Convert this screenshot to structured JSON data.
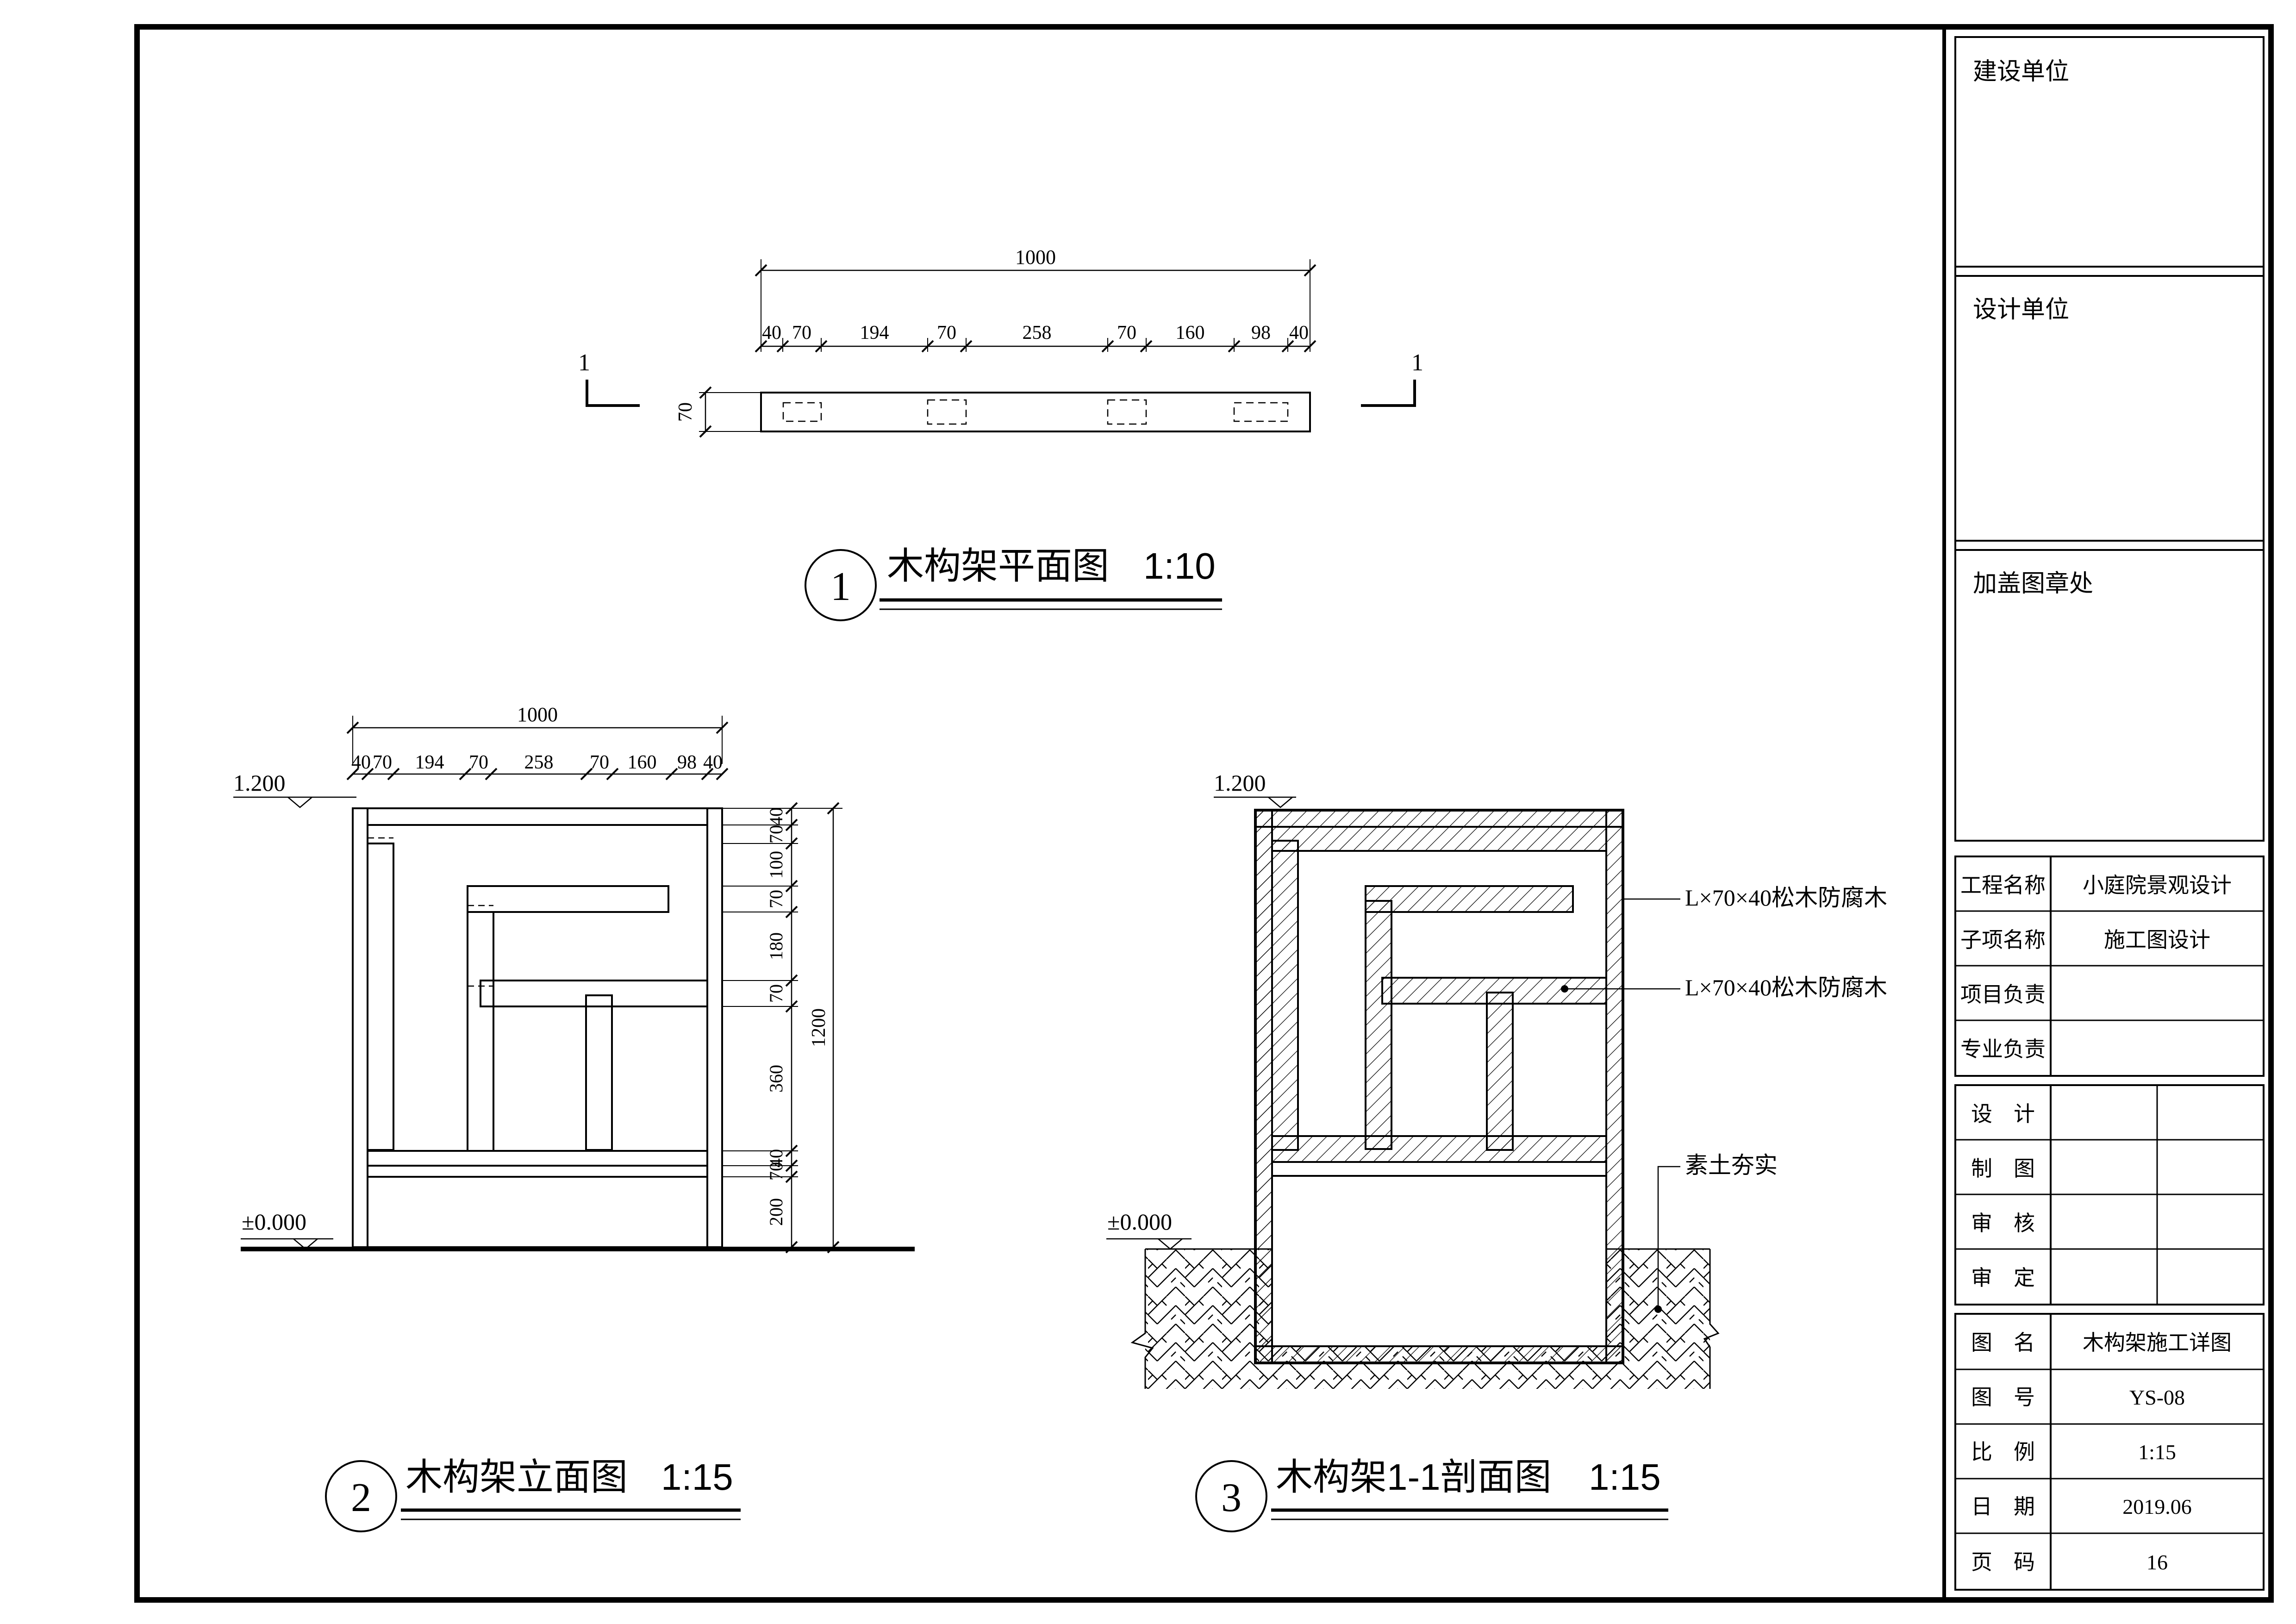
{
  "plan_view": {
    "overall_dim": "1000",
    "segment_dims": [
      "40",
      "70",
      "194",
      "70",
      "258",
      "70",
      "160",
      "98",
      "40"
    ],
    "thickness_dim": "70",
    "section_mark_left": "1",
    "section_mark_right": "1",
    "caption_number": "1",
    "caption_text": "木构架平面图",
    "caption_scale": "1:10"
  },
  "elevation_view": {
    "overall_dim": "1000",
    "segment_dims": [
      "40",
      "70",
      "194",
      "70",
      "258",
      "70",
      "160",
      "98",
      "40"
    ],
    "top_level": "1.200",
    "ground_level": "±0.000",
    "vertical_dims": [
      "40",
      "70",
      "100",
      "70",
      "180",
      "70",
      "360",
      "40",
      "70",
      "200"
    ],
    "total_height_dim": "1200",
    "caption_number": "2",
    "caption_text": "木构架立面图",
    "caption_scale": "1:15"
  },
  "section_view": {
    "top_level": "1.200",
    "ground_level": "±0.000",
    "callouts": [
      "L×70×40松木防腐木",
      "L×70×40松木防腐木",
      "素土夯实"
    ],
    "caption_number": "3",
    "caption_text": "木构架1-1剖面图",
    "caption_scale": "1:15"
  },
  "title_block": {
    "stamp_labels": [
      "建设单位",
      "设计单位",
      "加盖图章处"
    ],
    "project_rows": [
      {
        "label": "工程名称",
        "value": "小庭院景观设计"
      },
      {
        "label": "子项名称",
        "value": "施工图设计"
      },
      {
        "label": "项目负责",
        "value": ""
      },
      {
        "label": "专业负责",
        "value": ""
      }
    ],
    "sign_rows": [
      {
        "label": "设　计"
      },
      {
        "label": "制　图"
      },
      {
        "label": "审　核"
      },
      {
        "label": "审　定"
      }
    ],
    "info_rows": [
      {
        "label": "图　名",
        "value": "木构架施工详图"
      },
      {
        "label": "图　号",
        "value": "YS-08"
      },
      {
        "label": "比　例",
        "value": "1:15"
      },
      {
        "label": "日　期",
        "value": "2019.06"
      },
      {
        "label": "页　码",
        "value": "16"
      }
    ]
  }
}
